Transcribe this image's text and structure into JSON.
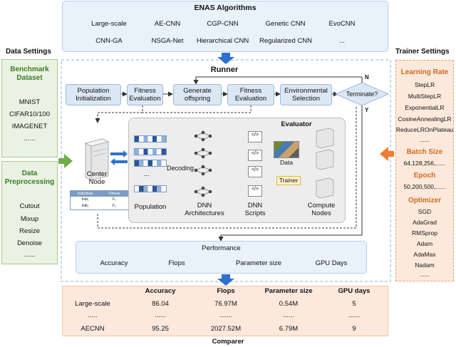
{
  "enas": {
    "title": "ENAS Algorithms",
    "row1": [
      "Large-scale",
      "AE-CNN",
      "CGP-CNN",
      "Genetic CNN",
      "EvoCNN"
    ],
    "row2": [
      "CNN-GA",
      "NSGA-Net",
      "Hierarchical CNN",
      "Regularized CNN",
      "..."
    ]
  },
  "data_settings": {
    "title": "Data Settings",
    "benchmark_title": "Benchmark\nDataset",
    "benchmark_items": [
      "MNIST",
      "CIFAR10/100",
      "IMAGENET",
      "......"
    ],
    "preprocessing_title": "Data\nPreprocessing",
    "preprocessing_items": [
      "Cutout",
      "Mixup",
      "Resize",
      "Denoise",
      "......"
    ]
  },
  "trainer_settings": {
    "title": "Trainer Settings",
    "lr_title": "Learning Rate",
    "lr_items": [
      "StepLR",
      "MultiStepLR",
      "ExponentialLR",
      "CosineAnnealingLR",
      "ReduceLROnPlateau",
      "......"
    ],
    "batch_title": "Batch Size",
    "batch_items": [
      "64,128,256,......"
    ],
    "epoch_title": "Epoch",
    "epoch_items": [
      "50,200,500,......"
    ],
    "opt_title": "Optimizer",
    "opt_items": [
      "SGD",
      "AdaGrad",
      "RMSprop",
      "Adam",
      "AdaMax",
      "Nadam",
      "......"
    ]
  },
  "runner": {
    "title": "Runner",
    "steps": [
      "Population\nInitialization",
      "Fitness\nEvaluation",
      "Generate\noffspring",
      "Fitness\nEvaluation",
      "Environmental\nSelection"
    ],
    "terminate": "Terminate?",
    "yes": "Y",
    "no": "N",
    "center_node": "Center\nNode",
    "table_headers": [
      "Individual",
      "Fitness"
    ],
    "table_rows": [
      [
        "Indi₁",
        "F₁"
      ],
      [
        "Indi₂",
        "F₂"
      ]
    ]
  },
  "evaluator": {
    "title": "Evaluator",
    "decoding": "Decoding",
    "ellipsis": "...",
    "population": "Population",
    "dnn_arch": "DNN\nArchitectures",
    "dnn_scripts": "DNN\nScripts",
    "compute_nodes": "Compute\nNodes",
    "data": "Data",
    "trainer": "Trainer",
    "code_glyph": "</>"
  },
  "performance": {
    "title": "Performance",
    "items": [
      "Accuracy",
      "Flops",
      "Parameter size",
      "GPU Days"
    ]
  },
  "comparer": {
    "title": "Comparer",
    "headers": [
      "Accuracy",
      "Flops",
      "Parameter size",
      "GPU days"
    ],
    "rows": [
      [
        "Large-scale",
        "86.04",
        "76.97M",
        "0.54M",
        "5"
      ],
      [
        ".....",
        "......",
        ".......",
        "......",
        "......"
      ],
      [
        "AECNN",
        "95.25",
        "2027.52M",
        "6.79M",
        "9"
      ]
    ]
  },
  "colors": {
    "blue_fill": "#e9f1fb",
    "green_fill": "#eaf3e3",
    "orange_fill": "#fde9dc",
    "arrow_blue": "#2f6fd1",
    "arrow_green": "#70ad47",
    "arrow_orange": "#ed7d31",
    "green_text": "#3b7d23",
    "orange_text": "#d2691e"
  }
}
